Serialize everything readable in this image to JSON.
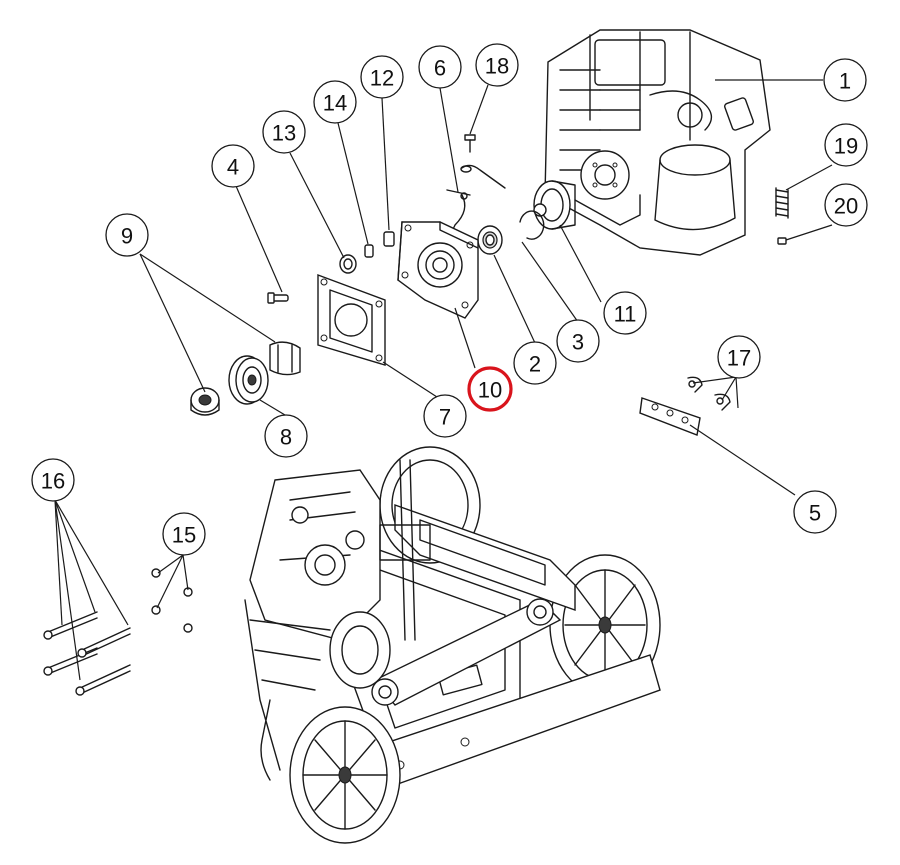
{
  "highlight_color": "#d9141c",
  "highlighted_callout": "10",
  "callouts": [
    {
      "id": "1",
      "label": "1"
    },
    {
      "id": "2",
      "label": "2"
    },
    {
      "id": "3",
      "label": "3"
    },
    {
      "id": "4",
      "label": "4"
    },
    {
      "id": "5",
      "label": "5"
    },
    {
      "id": "6",
      "label": "6"
    },
    {
      "id": "7",
      "label": "7"
    },
    {
      "id": "8",
      "label": "8"
    },
    {
      "id": "9",
      "label": "9"
    },
    {
      "id": "10",
      "label": "10"
    },
    {
      "id": "11",
      "label": "11"
    },
    {
      "id": "12",
      "label": "12"
    },
    {
      "id": "13",
      "label": "13"
    },
    {
      "id": "14",
      "label": "14"
    },
    {
      "id": "15",
      "label": "15"
    },
    {
      "id": "16",
      "label": "16"
    },
    {
      "id": "17",
      "label": "17"
    },
    {
      "id": "18",
      "label": "18"
    },
    {
      "id": "19",
      "label": "19"
    },
    {
      "id": "20",
      "label": "20"
    }
  ]
}
